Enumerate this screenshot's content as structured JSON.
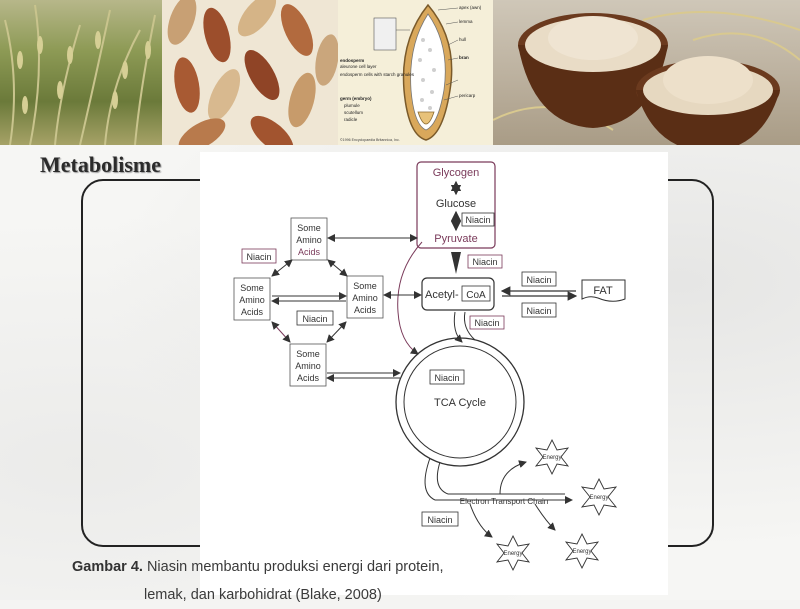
{
  "slide": {
    "title": "Metabolisme",
    "caption_label": "Gambar 4.",
    "caption_line1": "Niasin membantu produksi energi dari protein,",
    "caption_line2": "lemak, dan karbohidrat (Blake, 2008)"
  },
  "diagram": {
    "glycogen": "Glycogen",
    "glucose": "Glucose",
    "pyruvate": "Pyruvate",
    "acetyl": "Acetyl-",
    "coa": "CoA",
    "fat": "FAT",
    "tca": "TCA Cycle",
    "etc": "Electron Transport Chain",
    "niacin": "Niacin",
    "amino_line1": "Some",
    "amino_line2": "Amino",
    "amino_line3": "Acids",
    "energy": "Energy"
  },
  "grain_labels": {
    "apex": "apex (awn)",
    "lemma": "lemma",
    "hull": "hull",
    "endosperm": "endosperm",
    "aleurone": "aleurone cell layer",
    "starch": "endosperm cells with starch granules",
    "bran": "bran",
    "germ": "germ (embryo)",
    "plumule": "plumule",
    "scutellum": "scutellum",
    "radicle": "radicle",
    "pericarp": "pericarp",
    "copyright": "©1996 Encyclopaedia Britannica, Inc."
  }
}
